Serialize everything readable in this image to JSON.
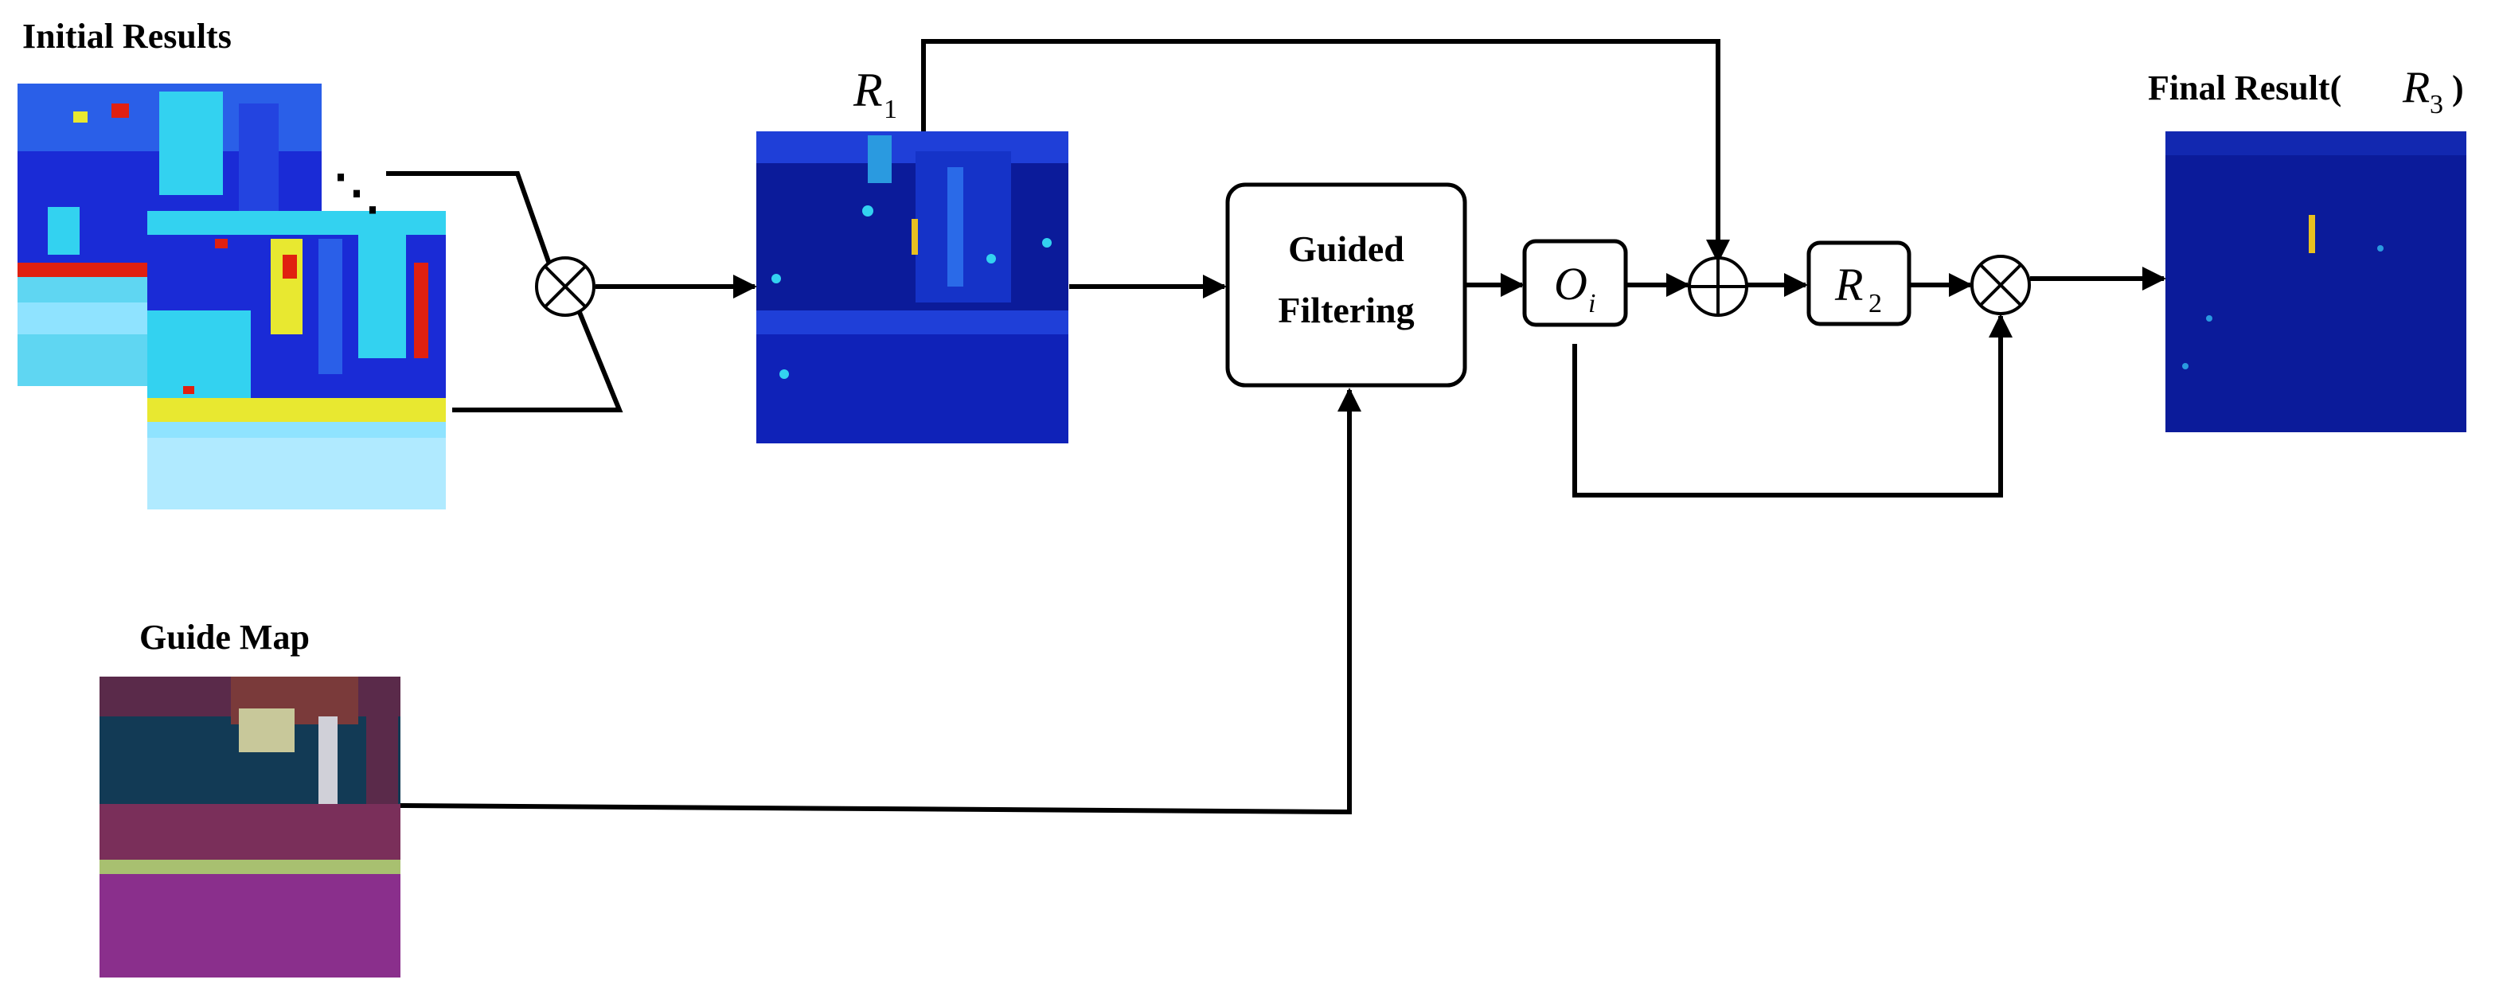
{
  "labels": {
    "initial_results": "Initial Results",
    "guide_map": "Guide Map",
    "final_result_prefix": "Final Result(",
    "final_result_suffix": ")",
    "ellipsis": "⋱"
  },
  "nodes": {
    "r1": {
      "symbol": "R",
      "sub": "1"
    },
    "guided_filtering": {
      "line1": "Guided",
      "line2": "Filtering"
    },
    "oi": {
      "symbol": "O",
      "sub": "i"
    },
    "r2": {
      "symbol": "R",
      "sub": "2"
    },
    "r3": {
      "symbol": "R",
      "sub": "3"
    }
  },
  "colors": {
    "heat_bg": "#1a2bd6",
    "heat_cyan": "#33d2f0",
    "heat_yellow": "#e8e830",
    "heat_red": "#e02010",
    "result_bg": "#0b1b9a",
    "guide_dark": "#123a55",
    "guide_magenta": "#8a2f8c"
  }
}
